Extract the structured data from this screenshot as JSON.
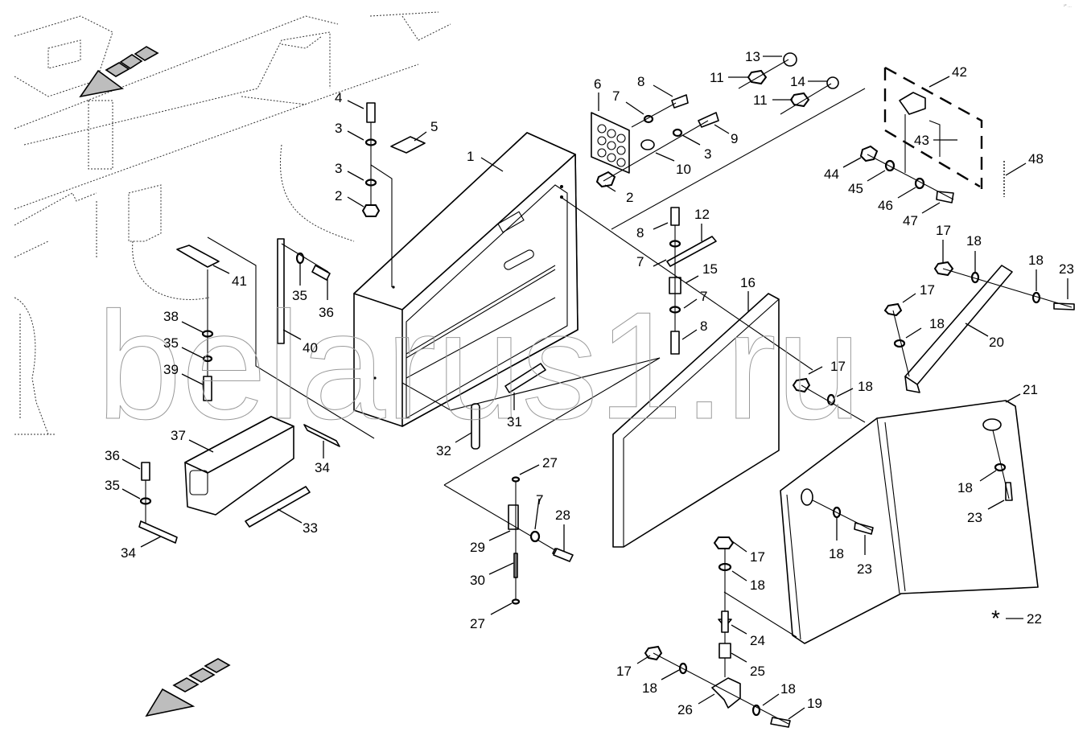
{
  "diagram": {
    "title": "Battery box and rear cover mounting — exploded parts view",
    "watermark": "belarus1.ru",
    "corner_mark": "²° …",
    "direction_arrows": [
      "travel-direction-arrow-top",
      "travel-direction-arrow-bottom"
    ],
    "asterisk_note": {
      "symbol": "*",
      "part": "22"
    }
  },
  "callouts": [
    {
      "id": "c1",
      "part": "1",
      "desc": "battery box"
    },
    {
      "id": "c2a",
      "part": "2",
      "desc": "nut"
    },
    {
      "id": "c2b",
      "part": "2",
      "desc": "nut"
    },
    {
      "id": "c3a",
      "part": "3",
      "desc": "washer"
    },
    {
      "id": "c3b",
      "part": "3",
      "desc": "washer"
    },
    {
      "id": "c3c",
      "part": "3",
      "desc": "washer"
    },
    {
      "id": "c4",
      "part": "4",
      "desc": "bolt"
    },
    {
      "id": "c5",
      "part": "5",
      "desc": "clamp"
    },
    {
      "id": "c6",
      "part": "6",
      "desc": "grommet plate"
    },
    {
      "id": "c7a",
      "part": "7",
      "desc": "washer"
    },
    {
      "id": "c7b",
      "part": "7",
      "desc": "washer"
    },
    {
      "id": "c7c",
      "part": "7",
      "desc": "washer"
    },
    {
      "id": "c7d",
      "part": "7",
      "desc": "washer"
    },
    {
      "id": "c8a",
      "part": "8",
      "desc": "bolt"
    },
    {
      "id": "c8b",
      "part": "8",
      "desc": "bolt"
    },
    {
      "id": "c8c",
      "part": "8",
      "desc": "bolt"
    },
    {
      "id": "c9",
      "part": "9",
      "desc": "bolt"
    },
    {
      "id": "c10",
      "part": "10",
      "desc": "terminal"
    },
    {
      "id": "c11a",
      "part": "11",
      "desc": "nut"
    },
    {
      "id": "c11b",
      "part": "11",
      "desc": "nut"
    },
    {
      "id": "c12",
      "part": "12",
      "desc": "strip"
    },
    {
      "id": "c13",
      "part": "13",
      "desc": "plug"
    },
    {
      "id": "c14",
      "part": "14",
      "desc": "plug"
    },
    {
      "id": "c15",
      "part": "15",
      "desc": "spacer"
    },
    {
      "id": "c16",
      "part": "16",
      "desc": "box lid"
    },
    {
      "id": "c17a",
      "part": "17",
      "desc": "nut"
    },
    {
      "id": "c17b",
      "part": "17",
      "desc": "nut"
    },
    {
      "id": "c17c",
      "part": "17",
      "desc": "nut"
    },
    {
      "id": "c17d",
      "part": "17",
      "desc": "nut"
    },
    {
      "id": "c17e",
      "part": "17",
      "desc": "nut"
    },
    {
      "id": "c18a",
      "part": "18",
      "desc": "washer"
    },
    {
      "id": "c18b",
      "part": "18",
      "desc": "washer"
    },
    {
      "id": "c18c",
      "part": "18",
      "desc": "washer"
    },
    {
      "id": "c18d",
      "part": "18",
      "desc": "washer"
    },
    {
      "id": "c18e",
      "part": "18",
      "desc": "washer"
    },
    {
      "id": "c18f",
      "part": "18",
      "desc": "washer"
    },
    {
      "id": "c18g",
      "part": "18",
      "desc": "washer"
    },
    {
      "id": "c18h",
      "part": "18",
      "desc": "washer"
    },
    {
      "id": "c18i",
      "part": "18",
      "desc": "washer"
    },
    {
      "id": "c19",
      "part": "19",
      "desc": "bolt"
    },
    {
      "id": "c20",
      "part": "20",
      "desc": "bracket"
    },
    {
      "id": "c21",
      "part": "21",
      "desc": "cover"
    },
    {
      "id": "c22",
      "part": "22",
      "desc": "asterisk note"
    },
    {
      "id": "c23a",
      "part": "23",
      "desc": "bolt"
    },
    {
      "id": "c23b",
      "part": "23",
      "desc": "bolt"
    },
    {
      "id": "c23c",
      "part": "23",
      "desc": "bolt"
    },
    {
      "id": "c24",
      "part": "24",
      "desc": "stud"
    },
    {
      "id": "c25",
      "part": "25",
      "desc": "bushing"
    },
    {
      "id": "c26",
      "part": "26",
      "desc": "bracket"
    },
    {
      "id": "c27a",
      "part": "27",
      "desc": "ring"
    },
    {
      "id": "c27b",
      "part": "27",
      "desc": "ring"
    },
    {
      "id": "c28",
      "part": "28",
      "desc": "bolt"
    },
    {
      "id": "c29",
      "part": "29",
      "desc": "hinge"
    },
    {
      "id": "c30",
      "part": "30",
      "desc": "pin"
    },
    {
      "id": "c31",
      "part": "31",
      "desc": "rod"
    },
    {
      "id": "c32",
      "part": "32",
      "desc": "seal"
    },
    {
      "id": "c33",
      "part": "33",
      "desc": "rail"
    },
    {
      "id": "c34a",
      "part": "34",
      "desc": "rail"
    },
    {
      "id": "c34b",
      "part": "34",
      "desc": "rail"
    },
    {
      "id": "c35a",
      "part": "35",
      "desc": "washer"
    },
    {
      "id": "c35b",
      "part": "35",
      "desc": "washer"
    },
    {
      "id": "c35c",
      "part": "35",
      "desc": "washer"
    },
    {
      "id": "c36a",
      "part": "36",
      "desc": "bolt"
    },
    {
      "id": "c36b",
      "part": "36",
      "desc": "bolt"
    },
    {
      "id": "c37",
      "part": "37",
      "desc": "battery"
    },
    {
      "id": "c38",
      "part": "38",
      "desc": "washer"
    },
    {
      "id": "c39",
      "part": "39",
      "desc": "bolt"
    },
    {
      "id": "c40",
      "part": "40",
      "desc": "strip"
    },
    {
      "id": "c41",
      "part": "41",
      "desc": "plate"
    },
    {
      "id": "c42",
      "part": "42",
      "desc": "lock assembly"
    },
    {
      "id": "c43",
      "part": "43",
      "desc": "key"
    },
    {
      "id": "c44",
      "part": "44",
      "desc": "nut"
    },
    {
      "id": "c45",
      "part": "45",
      "desc": "washer"
    },
    {
      "id": "c46",
      "part": "46",
      "desc": "washer"
    },
    {
      "id": "c47",
      "part": "47",
      "desc": "bolt"
    },
    {
      "id": "c48",
      "part": "48",
      "desc": "chain"
    }
  ]
}
